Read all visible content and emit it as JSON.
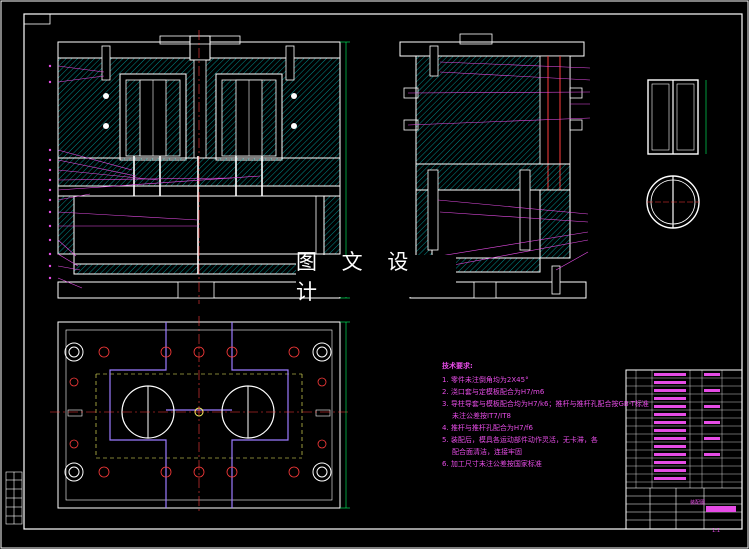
{
  "watermark": "图 文 设 计",
  "technical_requirements": {
    "title": "技术要求:",
    "items": [
      {
        "num": "1.",
        "text": "零件未注倒角均为2X45°"
      },
      {
        "num": "2.",
        "text": "浇口套与定模板配合为H7/m6"
      },
      {
        "num": "3.",
        "text": "导柱导套与模板配合均为H7/k6；推杆与推杆孔配合按GB-T标准",
        "sub": "未注公差按IT7/IT8"
      },
      {
        "num": "4.",
        "text": "推杆与推杆孔配合为H7/f6"
      },
      {
        "num": "5.",
        "text": "装配后，模具各运动部件动作灵活，无卡滞，各",
        "sub": "配合面清洁，连接牢固"
      },
      {
        "num": "6.",
        "text": "加工尺寸未注公差按国家标准"
      }
    ]
  },
  "title_block": {
    "sheet_label": "装配图",
    "scale_label": "1:1"
  },
  "colors": {
    "line": "#ffffff",
    "frame": "#ffffff",
    "hatch": "#00c8c8",
    "center": "#ff3b3b",
    "leader": "#e64ce6",
    "dimension": "#00ff66",
    "bolt": "#d6d6d6"
  }
}
